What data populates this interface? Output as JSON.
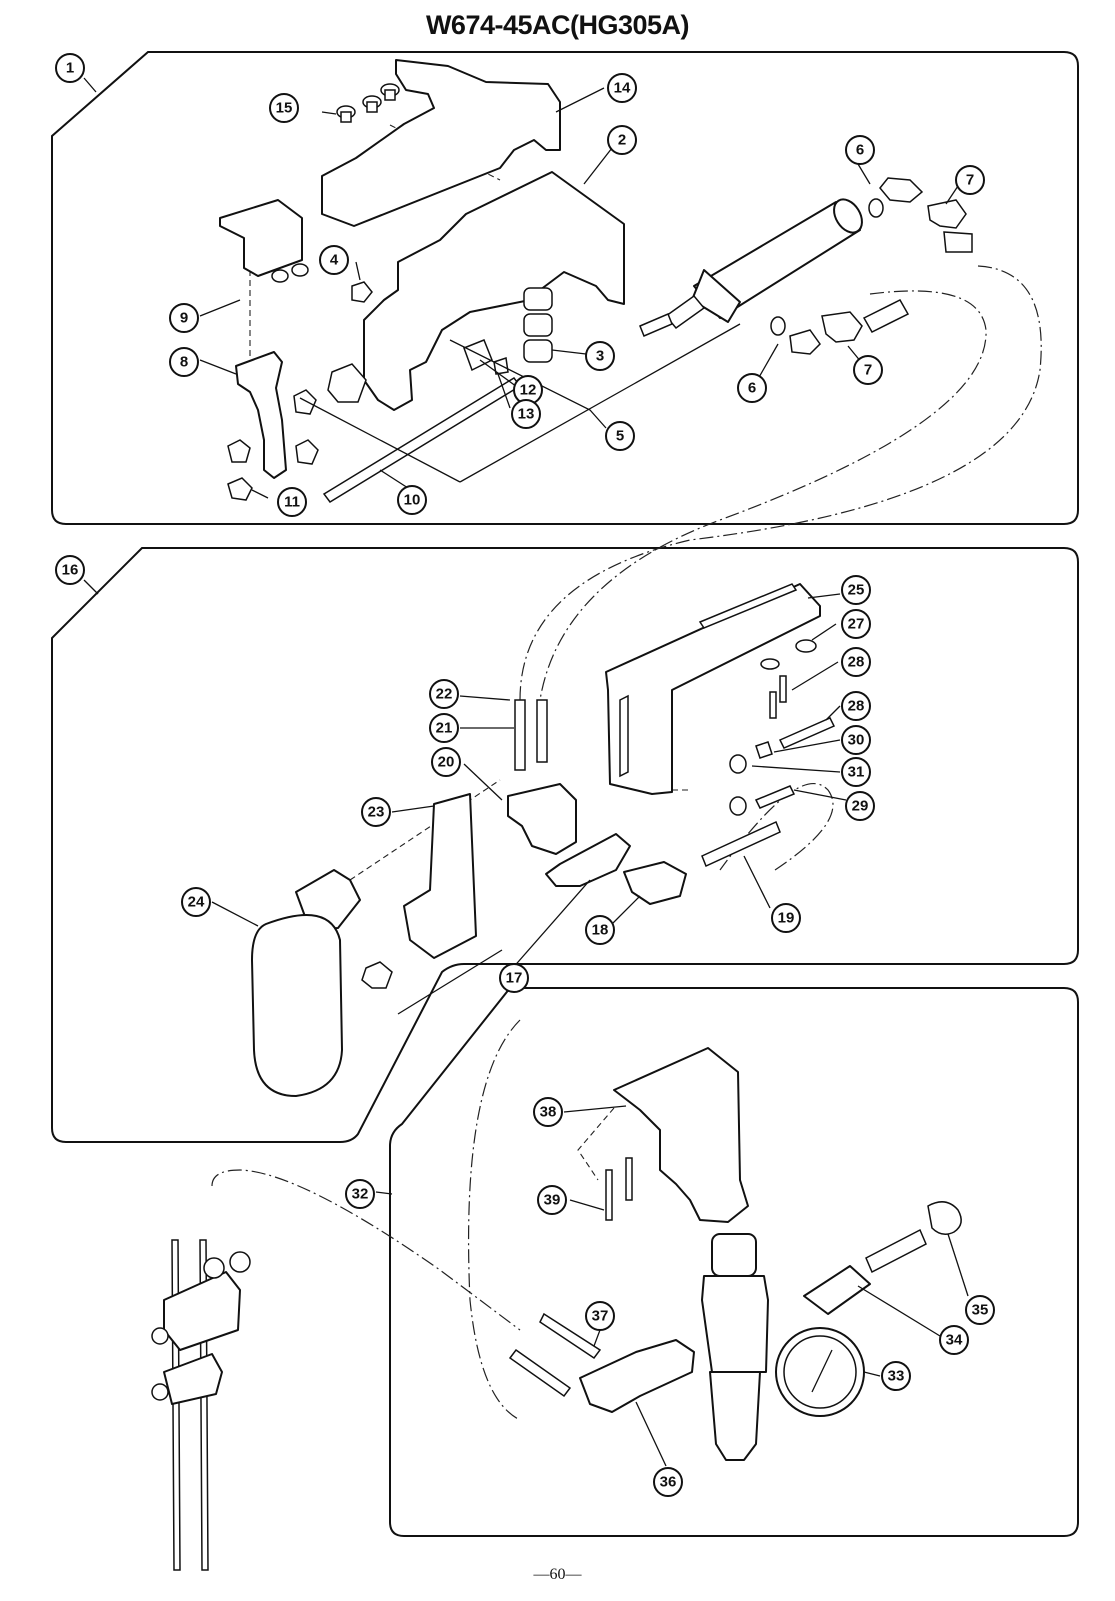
{
  "title": "W674-45AC(HG305A)",
  "page_number": "—60—",
  "callouts": [
    "1",
    "2",
    "3",
    "4",
    "5",
    "6",
    "6",
    "7",
    "7",
    "8",
    "9",
    "10",
    "11",
    "12",
    "13",
    "14",
    "15",
    "16",
    "17",
    "18",
    "19",
    "20",
    "21",
    "22",
    "23",
    "24",
    "25",
    "27",
    "28",
    "28",
    "29",
    "30",
    "31",
    "32",
    "33",
    "34",
    "35",
    "36",
    "37",
    "38",
    "39"
  ]
}
